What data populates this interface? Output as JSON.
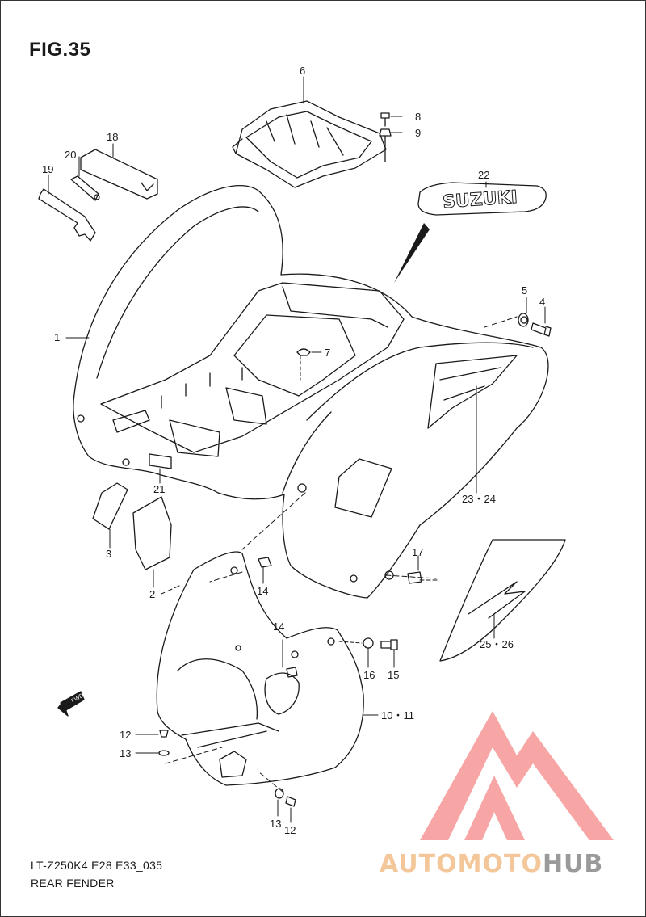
{
  "figure": {
    "title": "FIG.35",
    "model_code": "LT-Z250K4 E28 E33_035",
    "name": "REAR FENDER"
  },
  "decal_text": "SUZUKI",
  "fwd_label": "FWD",
  "callouts": {
    "c1": "1",
    "c2": "2",
    "c3": "3",
    "c4": "4",
    "c5": "5",
    "c6": "6",
    "c7": "7",
    "c8": "8",
    "c9": "9",
    "c10_11": "10・11",
    "c12a": "12",
    "c12b": "12",
    "c13a": "13",
    "c13b": "13",
    "c14a": "14",
    "c14b": "14",
    "c15": "15",
    "c16": "16",
    "c17": "17",
    "c18": "18",
    "c19": "19",
    "c20": "20",
    "c21": "21",
    "c22": "22",
    "c23_24": "23・24",
    "c25_26": "25・26"
  },
  "watermark": {
    "part1": "AUTOMOTO",
    "part2": "HUB",
    "colors": {
      "logo": "#f26b6b",
      "text1": "#f3c79a",
      "text2": "#9a9a9a"
    }
  }
}
